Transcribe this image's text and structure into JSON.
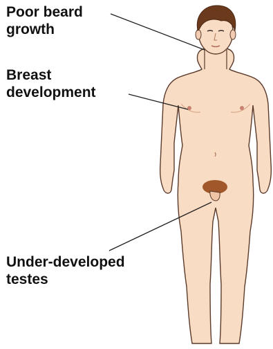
{
  "labels": {
    "beard": [
      "Poor beard",
      "growth"
    ],
    "breast": [
      "Breast",
      "development"
    ],
    "testes": [
      "Under-developed",
      "testes"
    ]
  },
  "colors": {
    "skin": "#f8dcc4",
    "skin_shade": "#e9b89a",
    "outline": "#5a3a2a",
    "hair": "#6b3a1c",
    "pubic_hair": "#a0582a",
    "leader_line": "#222222",
    "text": "#111111"
  }
}
